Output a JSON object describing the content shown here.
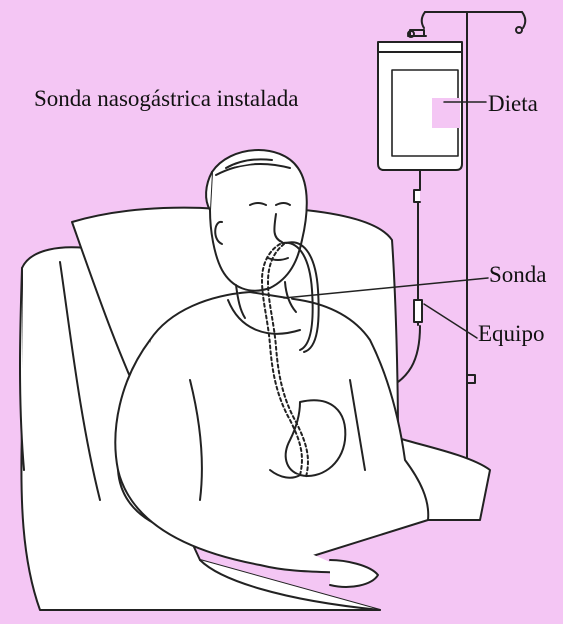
{
  "illustration": {
    "title": "Sonda nasogástrica instalada",
    "labels": {
      "dieta": "Dieta",
      "sonda": "Sonda",
      "equipo": "Equipo"
    }
  },
  "colors": {
    "background": "#f4c6f4",
    "line": "#222222",
    "fill": "#ffffff"
  }
}
